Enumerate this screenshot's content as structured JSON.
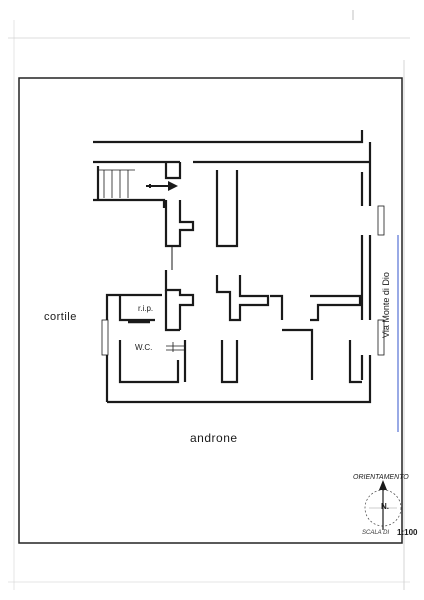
{
  "labels": {
    "cortile": "cortile",
    "rip": "r.i.p.",
    "wc": "W.C.",
    "androne": "androne",
    "street": "Via Monte di Dio",
    "orientation": "ORIENTAMENTO",
    "north": "N.",
    "scale_label": "SCALA DI",
    "scale_value": "1:100"
  },
  "colors": {
    "wall": "#1a1a1a",
    "frame": "#222222",
    "accent_line": "#3355cc"
  },
  "icons": [
    "north-arrow-icon",
    "entrance-arrow-icon"
  ]
}
